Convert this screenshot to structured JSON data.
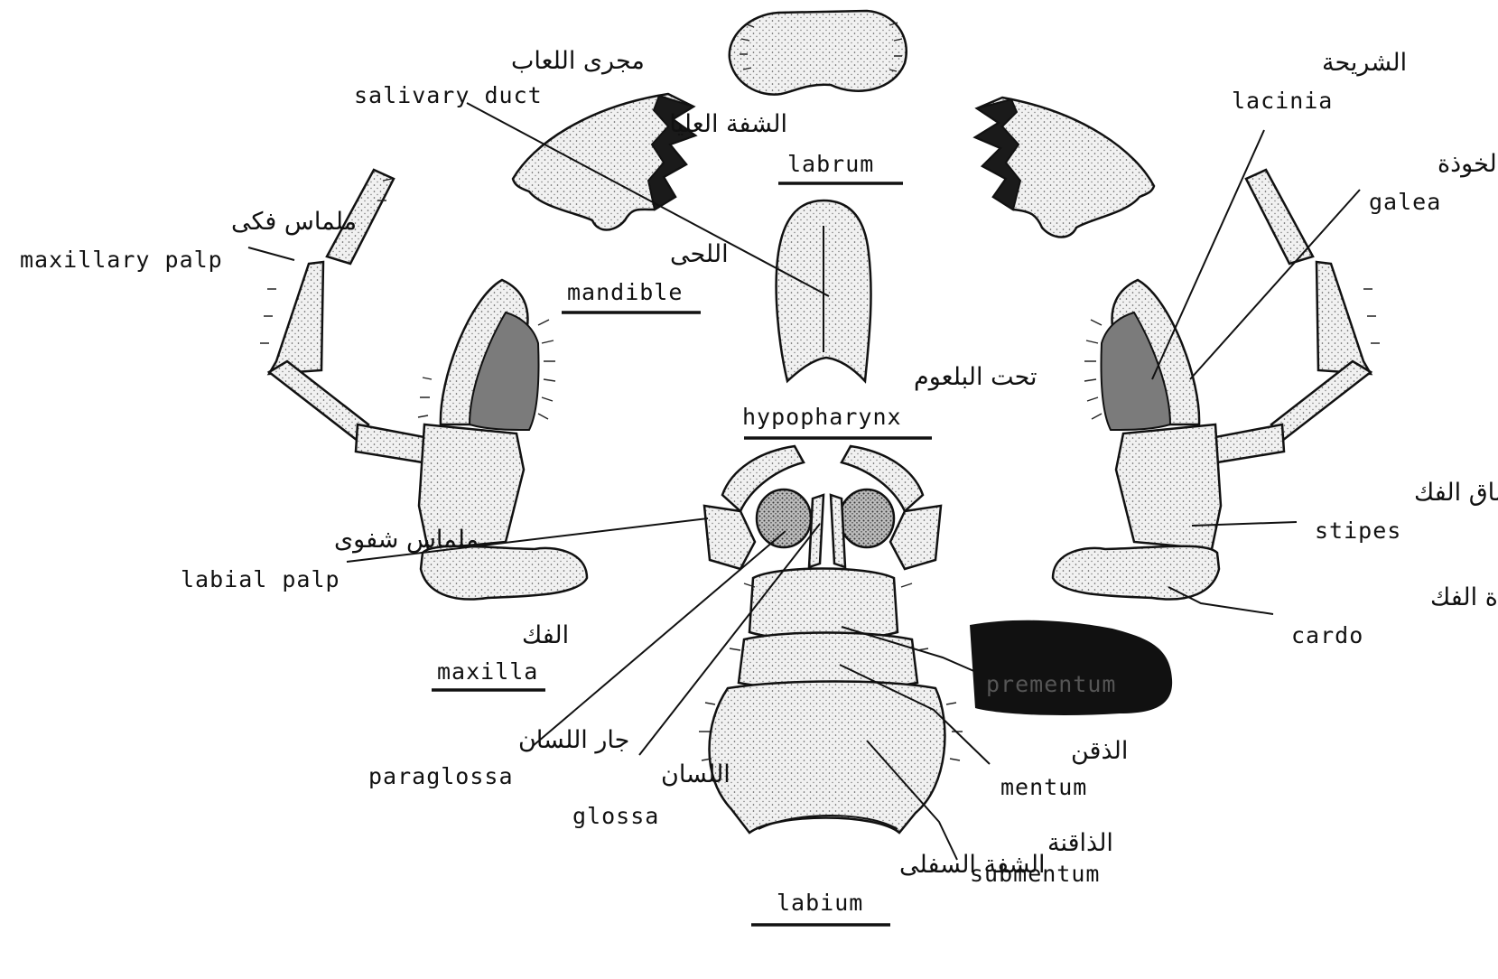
{
  "labels": {
    "labrum": {
      "ar": "الشفة العليا",
      "en": "labrum"
    },
    "salivary_duct": {
      "ar": "مجرى اللعاب",
      "en": "salivary duct"
    },
    "lacinia": {
      "ar": "الشريحة",
      "en": "lacinia"
    },
    "galea": {
      "ar": "الخوذة",
      "en": "galea"
    },
    "maxillary_palp": {
      "ar": "ملماس فكى",
      "en": "maxillary palp"
    },
    "mandible": {
      "ar": "اللحى",
      "en": "mandible"
    },
    "hypopharynx": {
      "ar": "تحت البلعوم",
      "en": "hypopharynx"
    },
    "stipes": {
      "ar": "ساق الفك",
      "en": "stipes"
    },
    "labial_palp": {
      "ar": "ملماس شفوى",
      "en": "labial palp"
    },
    "cardo": {
      "ar": "قاعدة الفك",
      "en": "cardo"
    },
    "maxilla": {
      "ar": "الفك",
      "en": "maxilla"
    },
    "prementum": {
      "ar": "",
      "en": "prementum"
    },
    "mentum": {
      "ar": "الذقن",
      "en": "mentum"
    },
    "paraglossa": {
      "ar": "جار اللسان",
      "en": "paraglossa"
    },
    "glossa": {
      "ar": "اللسان",
      "en": "glossa"
    },
    "submentum": {
      "ar": "الذاقنة",
      "en": "submentum"
    },
    "labium": {
      "ar": "الشفة السفلى",
      "en": "labium"
    }
  }
}
